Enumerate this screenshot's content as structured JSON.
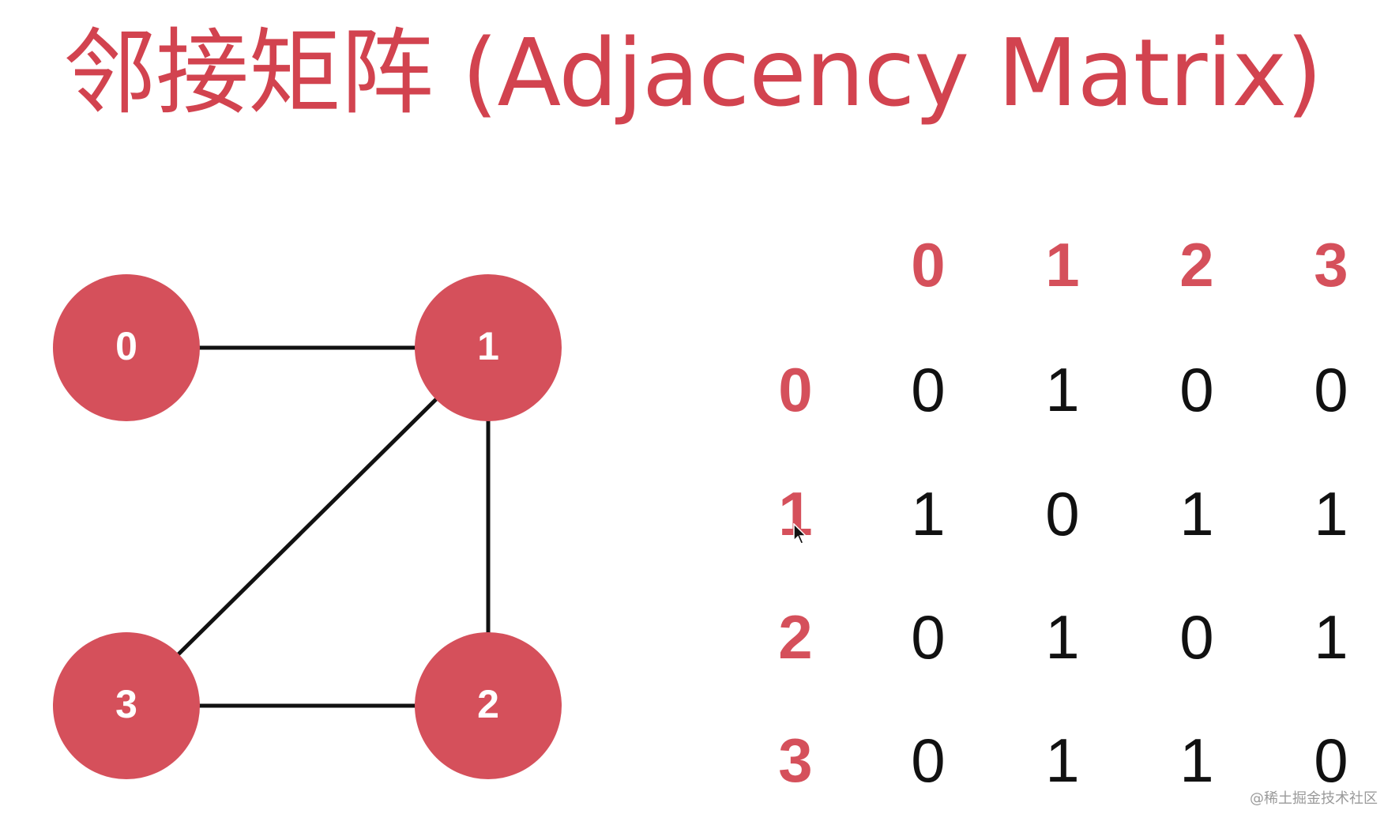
{
  "title": "邻接矩阵 (Adjacency Matrix)",
  "graph": {
    "nodes": [
      {
        "id": "0",
        "label": "0"
      },
      {
        "id": "1",
        "label": "1"
      },
      {
        "id": "2",
        "label": "2"
      },
      {
        "id": "3",
        "label": "3"
      }
    ],
    "edges": [
      {
        "from": "0",
        "to": "1"
      },
      {
        "from": "1",
        "to": "2"
      },
      {
        "from": "1",
        "to": "3"
      },
      {
        "from": "3",
        "to": "2"
      }
    ]
  },
  "matrix": {
    "column_headers": [
      "0",
      "1",
      "2",
      "3"
    ],
    "row_headers": [
      "0",
      "1",
      "2",
      "3"
    ],
    "rows": [
      [
        "0",
        "1",
        "0",
        "0"
      ],
      [
        "1",
        "0",
        "1",
        "1"
      ],
      [
        "0",
        "1",
        "0",
        "1"
      ],
      [
        "0",
        "1",
        "1",
        "0"
      ]
    ]
  },
  "colors": {
    "accent": "#d5505b",
    "title": "#d2434f",
    "text": "#111111"
  },
  "watermark": "@稀土掘金技术社区"
}
